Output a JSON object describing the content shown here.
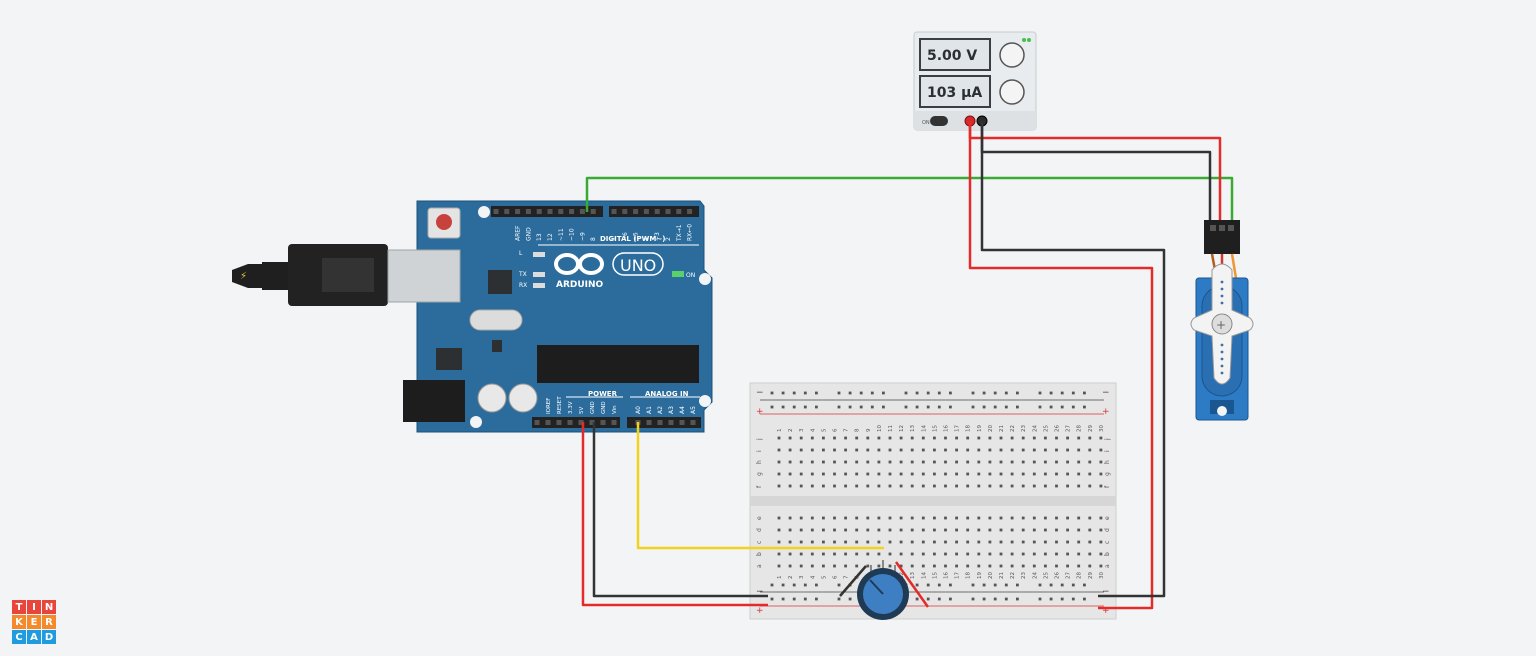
{
  "psu": {
    "voltage": "5.00 V",
    "current": "103 µA",
    "on_label": "ON"
  },
  "arduino": {
    "brand": "ARDUINO",
    "model": "UNO",
    "digital_label": "DIGITAL (PWM~)",
    "power_label": "POWER",
    "analog_label": "ANALOG IN",
    "on_led_label": "ON",
    "led_labels": [
      "L",
      "TX",
      "RX"
    ],
    "digital_pins": [
      "AREF",
      "GND",
      "13",
      "12",
      "~11",
      "~10",
      "~9",
      "8",
      "7",
      "~6",
      "~5",
      "4",
      "~3",
      "2",
      "TX→1",
      "RX←0"
    ],
    "power_pins": [
      "IOREF",
      "RESET",
      "3.3V",
      "5V",
      "GND",
      "GND",
      "Vin"
    ],
    "analog_pins": [
      "A0",
      "A1",
      "A2",
      "A3",
      "A4",
      "A5"
    ]
  },
  "breadboard": {
    "top_rows": [
      "j",
      "i",
      "h",
      "g",
      "f"
    ],
    "bottom_rows": [
      "e",
      "d",
      "c",
      "b",
      "a"
    ],
    "columns": [
      "1",
      "2",
      "3",
      "4",
      "5",
      "6",
      "7",
      "8",
      "9",
      "10",
      "11",
      "12",
      "13",
      "14",
      "15",
      "16",
      "17",
      "18",
      "19",
      "20",
      "21",
      "22",
      "23",
      "24",
      "25",
      "26",
      "27",
      "28",
      "29",
      "30"
    ]
  },
  "logo": {
    "letters": [
      "T",
      "I",
      "N",
      "K",
      "E",
      "R",
      "C",
      "A",
      "D"
    ],
    "colors": [
      "#e8453c",
      "#e8453c",
      "#e8453c",
      "#f48a2c",
      "#f48a2c",
      "#f48a2c",
      "#1f9ce0",
      "#1f9ce0",
      "#1f9ce0"
    ]
  },
  "colors": {
    "board": "#2b6c9c",
    "wire_red": "#e52a2a",
    "wire_black": "#333333",
    "wire_green": "#3aaa35",
    "wire_yellow": "#f3d21e",
    "servo": "#2d7bc4"
  }
}
